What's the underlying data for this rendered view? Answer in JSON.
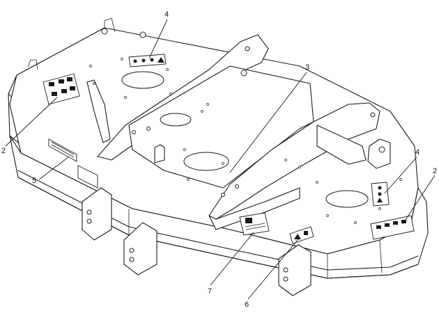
{
  "callouts": [
    {
      "id": "c4a",
      "label": "4"
    },
    {
      "id": "c3",
      "label": "3"
    },
    {
      "id": "c2a",
      "label": "2"
    },
    {
      "id": "c5",
      "label": "5"
    },
    {
      "id": "c4b",
      "label": "4"
    },
    {
      "id": "c2b",
      "label": "2"
    },
    {
      "id": "c7",
      "label": "7"
    },
    {
      "id": "c6",
      "label": "6"
    }
  ]
}
